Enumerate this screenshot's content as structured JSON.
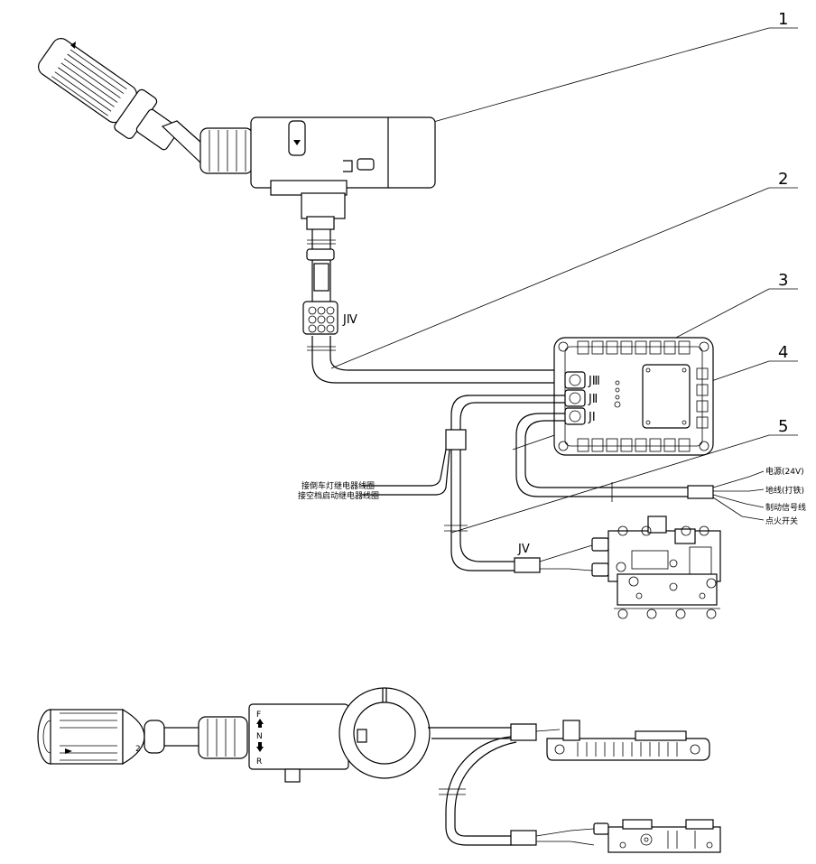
{
  "callouts": [
    "1",
    "2",
    "3",
    "4",
    "5"
  ],
  "connectors": {
    "j1": "JⅠ",
    "j2": "JⅡ",
    "j3": "JⅢ",
    "j4": "JⅣ",
    "j5": "JⅤ"
  },
  "wire_labels": {
    "left_top": "接倒车灯继电器线圈",
    "left_bottom": "接空档启动继电器线圈",
    "power": "电源(24V)",
    "ground": "地线(打铁)",
    "brake": "制动信号线",
    "ignition": "点火开关"
  },
  "shifter_marks": {
    "f": "F",
    "n": "N",
    "r": "R",
    "gear2": "2"
  }
}
